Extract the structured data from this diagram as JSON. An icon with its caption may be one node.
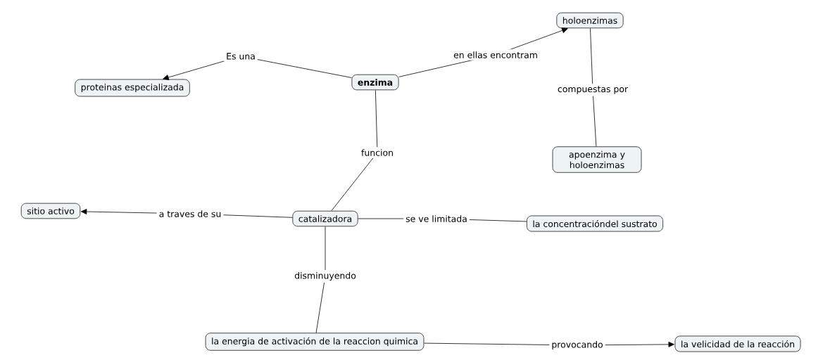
{
  "diagram": {
    "nodes": [
      {
        "text": [
          "enzima"
        ]
      },
      {
        "text": [
          "proteinas especializada"
        ]
      },
      {
        "text": [
          "holoenzimas"
        ]
      },
      {
        "text": [
          "apoenzima y holoenzimas"
        ]
      },
      {
        "text": [
          "catalizadora"
        ]
      },
      {
        "text": [
          "sitio activo"
        ]
      },
      {
        "text": [
          "la concentracióndel sustrato"
        ]
      },
      {
        "text": [
          "la energia de activación de la reaccion quimica"
        ]
      },
      {
        "text": [
          "la velicidad de la reacción"
        ]
      }
    ],
    "edges": [
      {
        "from": 0,
        "to": 1,
        "arrow": "to",
        "label": "Es una"
      },
      {
        "from": 0,
        "to": 2,
        "arrow": "to",
        "label": "en ellas encontram"
      },
      {
        "from": 2,
        "to": 3,
        "arrow": "none",
        "label": "compuestas por"
      },
      {
        "from": 0,
        "to": 4,
        "arrow": "none",
        "label": "funcion"
      },
      {
        "from": 4,
        "to": 5,
        "arrow": "to",
        "label": "a traves de su"
      },
      {
        "from": 4,
        "to": 6,
        "arrow": "none",
        "label": "se ve limitada"
      },
      {
        "from": 4,
        "to": 7,
        "arrow": "none",
        "label": "disminuyendo"
      },
      {
        "from": 7,
        "to": 8,
        "arrow": "to",
        "label": "provocando"
      }
    ]
  }
}
